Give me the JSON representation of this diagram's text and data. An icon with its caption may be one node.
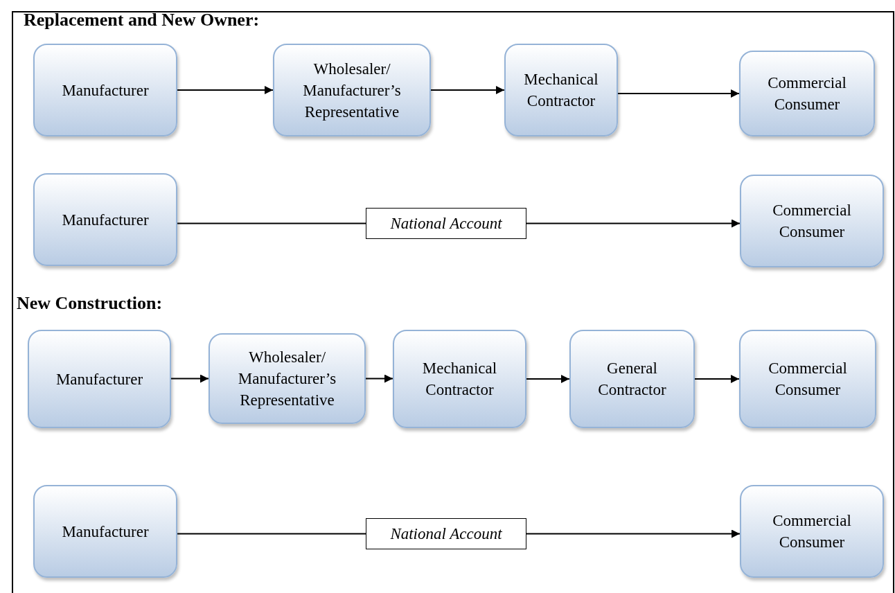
{
  "diagram": {
    "nodes": [
      {
        "text": [
          "Manufacturer"
        ]
      },
      {
        "text": [
          "Wholesaler/ Manufacturer’s Representative"
        ]
      },
      {
        "text": [
          "Mechanical Contractor"
        ]
      },
      {
        "text": [
          "Commercial Consumer"
        ]
      },
      {
        "text": [
          "Manufacturer"
        ]
      },
      {
        "text": [
          "National Account"
        ]
      },
      {
        "text": [
          "Commercial Consumer"
        ]
      },
      {
        "text": [
          "Manufacturer"
        ]
      },
      {
        "text": [
          "Wholesaler/ Manufacturer’s Representative"
        ]
      },
      {
        "text": [
          "Mechanical Contractor"
        ]
      },
      {
        "text": [
          "General Contractor"
        ]
      },
      {
        "text": [
          "Commercial Consumer"
        ]
      },
      {
        "text": [
          "Manufacturer"
        ]
      },
      {
        "text": [
          "National Account"
        ]
      },
      {
        "text": [
          "Commercial Consumer"
        ]
      }
    ],
    "edges": [
      {
        "from": 0,
        "to": 1,
        "arrow": "to"
      },
      {
        "from": 1,
        "to": 2,
        "arrow": "to"
      },
      {
        "from": 2,
        "to": 3,
        "arrow": "to"
      },
      {
        "from": 4,
        "to": 5,
        "arrow": "none"
      },
      {
        "from": 5,
        "to": 6,
        "arrow": "to"
      },
      {
        "from": 7,
        "to": 8,
        "arrow": "to"
      },
      {
        "from": 8,
        "to": 9,
        "arrow": "to"
      },
      {
        "from": 9,
        "to": 10,
        "arrow": "to"
      },
      {
        "from": 10,
        "to": 11,
        "arrow": "to"
      },
      {
        "from": 12,
        "to": 13,
        "arrow": "none"
      },
      {
        "from": 13,
        "to": 14,
        "arrow": "to"
      }
    ],
    "labels": [
      "Replacement and New Owner:",
      "New Construction:"
    ]
  }
}
